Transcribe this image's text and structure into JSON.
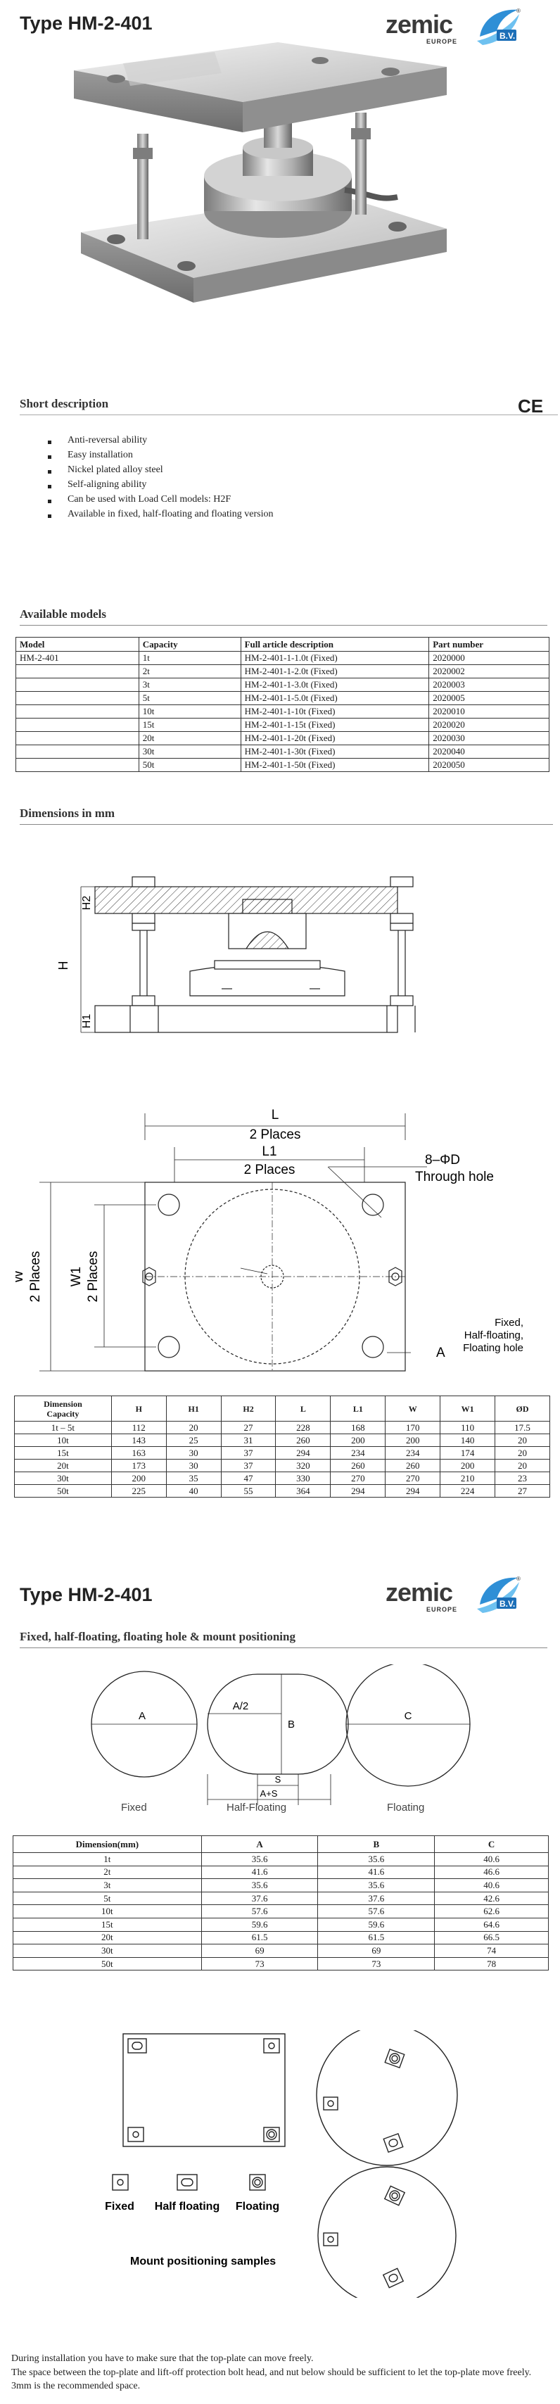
{
  "header": {
    "title": "Type HM-2-401",
    "logo": {
      "word": "zemic",
      "sub": "EUROPE",
      "badge": "B.V.",
      "registered": "®"
    }
  },
  "short_description": {
    "heading": "Short description",
    "mark": "CE",
    "items": [
      "Anti-reversal ability",
      "Easy installation",
      "Nickel plated alloy steel",
      "Self-aligning ability",
      "Can be used with Load Cell models: H2F",
      "Available in fixed, half-floating and floating version"
    ]
  },
  "available_models": {
    "heading": "Available models",
    "columns": [
      "Model",
      "Capacity",
      "Full article description",
      "Part number"
    ],
    "rows": [
      [
        "HM-2-401",
        "1t",
        "HM-2-401-1-1.0t (Fixed)",
        "2020000"
      ],
      [
        "",
        "2t",
        "HM-2-401-1-2.0t (Fixed)",
        "2020002"
      ],
      [
        "",
        "3t",
        "HM-2-401-1-3.0t (Fixed)",
        "2020003"
      ],
      [
        "",
        "5t",
        "HM-2-401-1-5.0t (Fixed)",
        "2020005"
      ],
      [
        "",
        "10t",
        "HM-2-401-1-10t (Fixed)",
        "2020010"
      ],
      [
        "",
        "15t",
        "HM-2-401-1-15t (Fixed)",
        "2020020"
      ],
      [
        "",
        "20t",
        "HM-2-401-1-20t (Fixed)",
        "2020030"
      ],
      [
        "",
        "30t",
        "HM-2-401-1-30t (Fixed)",
        "2020040"
      ],
      [
        "",
        "50t",
        "HM-2-401-1-50t (Fixed)",
        "2020050"
      ]
    ]
  },
  "dimensions": {
    "heading": "Dimensions in mm",
    "side_labels": {
      "h": "H",
      "h1": "H1",
      "h2": "H2"
    },
    "top_labels": {
      "l": "L",
      "l_places": "2 Places",
      "l1": "L1",
      "l1_places": "2 Places",
      "hole": "8–ΦD",
      "hole_sub": "Through hole",
      "w": "W",
      "w_places": "2 Places",
      "w1": "W1",
      "w1_places": "2 Places",
      "fixed": "Fixed,",
      "half": "Half-floating,",
      "floating": "Floating hole",
      "a": "A"
    },
    "table_head": [
      "Dimension",
      "Capacity",
      "H",
      "H1",
      "H2",
      "L",
      "L1",
      "W",
      "W1",
      "ØD"
    ],
    "rows": [
      [
        "1t – 5t",
        "112",
        "20",
        "27",
        "228",
        "168",
        "170",
        "110",
        "17.5"
      ],
      [
        "10t",
        "143",
        "25",
        "31",
        "260",
        "200",
        "200",
        "140",
        "20"
      ],
      [
        "15t",
        "163",
        "30",
        "37",
        "294",
        "234",
        "234",
        "174",
        "20"
      ],
      [
        "20t",
        "173",
        "30",
        "37",
        "320",
        "260",
        "260",
        "200",
        "20"
      ],
      [
        "30t",
        "200",
        "35",
        "47",
        "330",
        "270",
        "270",
        "210",
        "23"
      ],
      [
        "50t",
        "225",
        "40",
        "55",
        "364",
        "294",
        "294",
        "224",
        "27"
      ]
    ]
  },
  "page2": {
    "title": "Type HM-2-401",
    "heading": "Fixed, half-floating, floating hole & mount positioning",
    "holes": {
      "a": "A",
      "a2": "A/2",
      "b": "B",
      "c": "C",
      "s": "S",
      "a_s": "A+S",
      "fixed": "Fixed",
      "half": "Half-Floating",
      "floating": "Floating"
    },
    "table_head": [
      "Dimension(mm)",
      "A",
      "B",
      "C"
    ],
    "rows": [
      [
        "1t",
        "35.6",
        "35.6",
        "40.6"
      ],
      [
        "2t",
        "41.6",
        "41.6",
        "46.6"
      ],
      [
        "3t",
        "35.6",
        "35.6",
        "40.6"
      ],
      [
        "5t",
        "37.6",
        "37.6",
        "42.6"
      ],
      [
        "10t",
        "57.6",
        "57.6",
        "62.6"
      ],
      [
        "15t",
        "59.6",
        "59.6",
        "64.6"
      ],
      [
        "20t",
        "61.5",
        "61.5",
        "66.5"
      ],
      [
        "30t",
        "69",
        "69",
        "74"
      ],
      [
        "50t",
        "73",
        "73",
        "78"
      ]
    ],
    "legend": {
      "fixed": "Fixed",
      "half": "Half floating",
      "floating": "Floating",
      "samples": "Mount positioning samples"
    },
    "notes": [
      "During installation you have to make sure that the top-plate can move freely.",
      "The space between the top-plate and lift-off protection bolt head, and nut below should be sufficient to let the top-plate move freely. 3mm is the recommended space."
    ]
  }
}
